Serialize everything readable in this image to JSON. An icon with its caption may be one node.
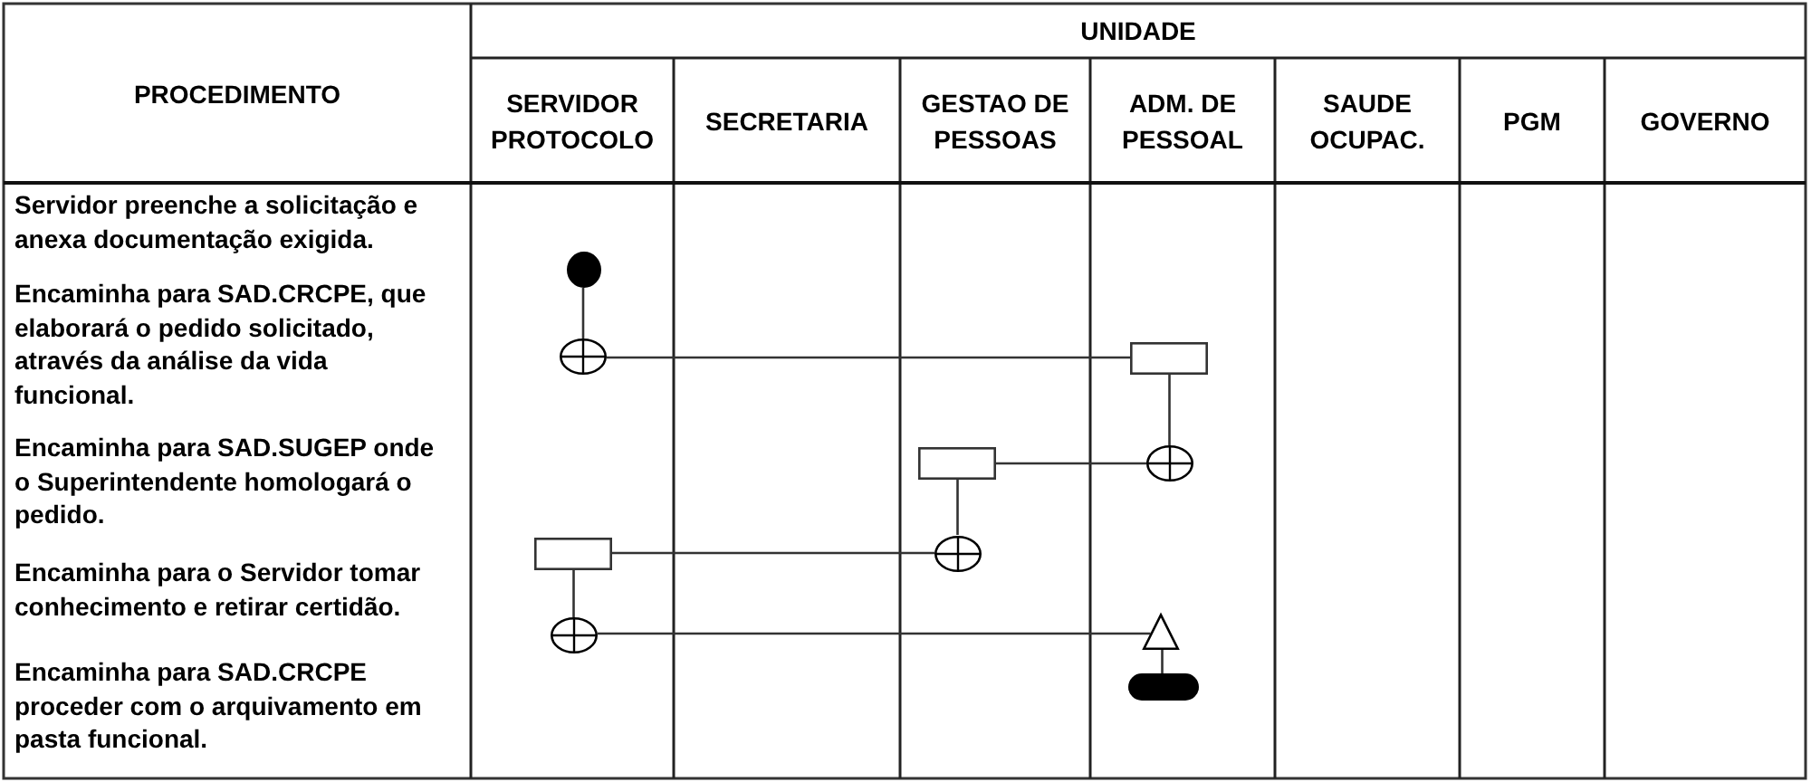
{
  "diagram": {
    "nodes": [
      {
        "text": [],
        "shape": "circle"
      },
      {
        "text": [],
        "shape": "circle"
      },
      {
        "text": [],
        "shape": "box"
      },
      {
        "text": [],
        "shape": "circle"
      },
      {
        "text": [],
        "shape": "box"
      },
      {
        "text": [],
        "shape": "circle"
      },
      {
        "text": [],
        "shape": "box"
      },
      {
        "text": [],
        "shape": "circle"
      },
      {
        "text": [],
        "shape": "triangle"
      },
      {
        "text": [],
        "shape": "bar"
      }
    ],
    "edges": [
      {
        "from": 0,
        "to": 1,
        "arrow": "none"
      },
      {
        "from": 1,
        "to": 2,
        "arrow": "none"
      },
      {
        "from": 2,
        "to": 3,
        "arrow": "none"
      },
      {
        "from": 3,
        "to": 4,
        "arrow": "none"
      },
      {
        "from": 4,
        "to": 5,
        "arrow": "none"
      },
      {
        "from": 5,
        "to": 6,
        "arrow": "none"
      },
      {
        "from": 6,
        "to": 7,
        "arrow": "none"
      },
      {
        "from": 7,
        "to": 8,
        "arrow": "none"
      },
      {
        "from": 8,
        "to": 9,
        "arrow": "none"
      }
    ],
    "labels": [
      "PROCEDIMENTO",
      "UNIDADE",
      "SERVIDOR PROTOCOLO",
      "SECRETARIA",
      "GESTAO DE PESSOAS",
      "ADM. DE PESSOAL",
      "SAUDE OCUPAC.",
      "PGM",
      "GOVERNO",
      "Servidor preenche a solicitação e anexa documentação exigida.",
      "Encaminha para SAD.CRCPE, que elaborará o pedido solicitado, através da análise da vida funcional.",
      "Encaminha para SAD.SUGEP onde o Superintendente homologará o pedido.",
      "Encaminha para o Servidor tomar conhecimento e retirar certidão.",
      "Encaminha para SAD.CRCPE proceder com o arquivamento em pasta funcional."
    ]
  }
}
